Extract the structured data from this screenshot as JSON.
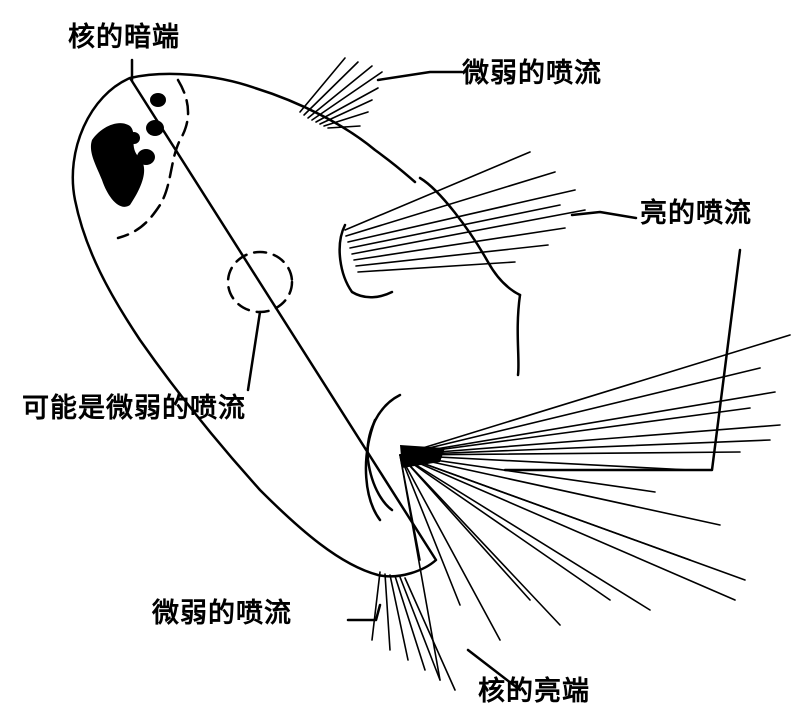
{
  "labels": {
    "dark_end": "核的暗端",
    "weak_jet_top": "微弱的喷流",
    "bright_jet": "亮的喷流",
    "possible_weak_jet": "可能是微弱的喷流",
    "weak_jet_bottom": "微弱的喷流",
    "bright_end": "核的亮端"
  },
  "colors": {
    "ink": "#000000",
    "background": "#ffffff"
  }
}
